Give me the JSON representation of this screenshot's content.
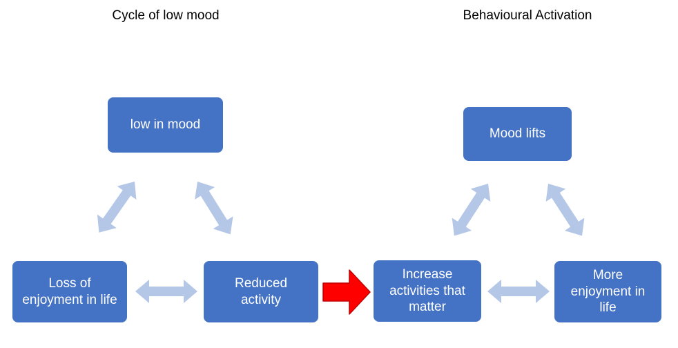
{
  "left_cycle": {
    "title": "Cycle of low mood",
    "nodes": {
      "top": "low in mood",
      "bottom_left": "Loss of enjoyment in life",
      "bottom_right": "Reduced activity"
    },
    "edges": [
      {
        "from": "top",
        "to": "bottom_left",
        "type": "double-headed"
      },
      {
        "from": "top",
        "to": "bottom_right",
        "type": "double-headed"
      },
      {
        "from": "bottom_left",
        "to": "bottom_right",
        "type": "double-headed"
      }
    ]
  },
  "right_cycle": {
    "title": "Behavioural Activation",
    "nodes": {
      "top": "Mood lifts",
      "bottom_left": "Increase activities that matter",
      "bottom_right": "More enjoyment in life"
    },
    "edges": [
      {
        "from": "top",
        "to": "bottom_left",
        "type": "double-headed"
      },
      {
        "from": "top",
        "to": "bottom_right",
        "type": "double-headed"
      },
      {
        "from": "bottom_left",
        "to": "bottom_right",
        "type": "double-headed"
      }
    ]
  },
  "transition_arrow": {
    "from": "Reduced activity",
    "to": "Increase activities that matter",
    "direction": "right",
    "type": "single-headed"
  },
  "colors": {
    "background": "#ffffff",
    "box_fill": "#4472c4",
    "box_text": "#ffffff",
    "title_text": "#000000",
    "arrow_fill": "#b4c7e7",
    "red_arrow": "#ff0000",
    "red_arrow_stroke": "#c00000"
  }
}
